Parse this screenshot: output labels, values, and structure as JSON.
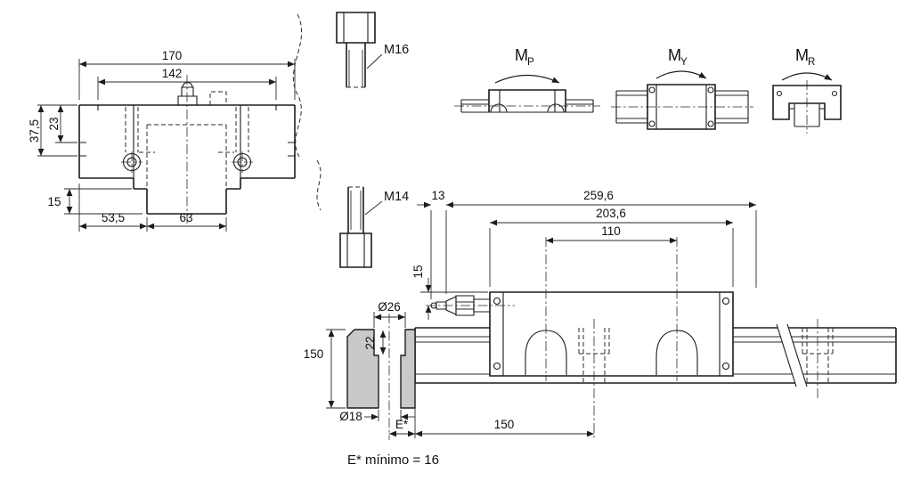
{
  "front_view": {
    "dims": {
      "width_total": "170",
      "width_inner": "142",
      "height_flange": "37,5",
      "height_step": "23",
      "rail_clearance": "15",
      "bottom_left": "53,5",
      "rail_width": "63"
    }
  },
  "fasteners": {
    "bolt_top": "M16",
    "bolt_bottom": "M14"
  },
  "moments": {
    "pitch": {
      "symbol": "M",
      "sub": "P"
    },
    "yaw": {
      "symbol": "M",
      "sub": "Y"
    },
    "roll": {
      "symbol": "M",
      "sub": "R"
    }
  },
  "side_view": {
    "dims": {
      "nipple_protrusion": "13",
      "length_total": "259,6",
      "length_block": "203,6",
      "hole_spacing": "110",
      "nipple_height": "15",
      "hole_pitch": "150"
    }
  },
  "section_view": {
    "dims": {
      "counterbore_dia": "Ø26",
      "counterbore_depth": "22",
      "base_height": "150",
      "hole_dia": "Ø18",
      "edge_distance": "E*"
    },
    "note": "E* mínimo = 16"
  }
}
